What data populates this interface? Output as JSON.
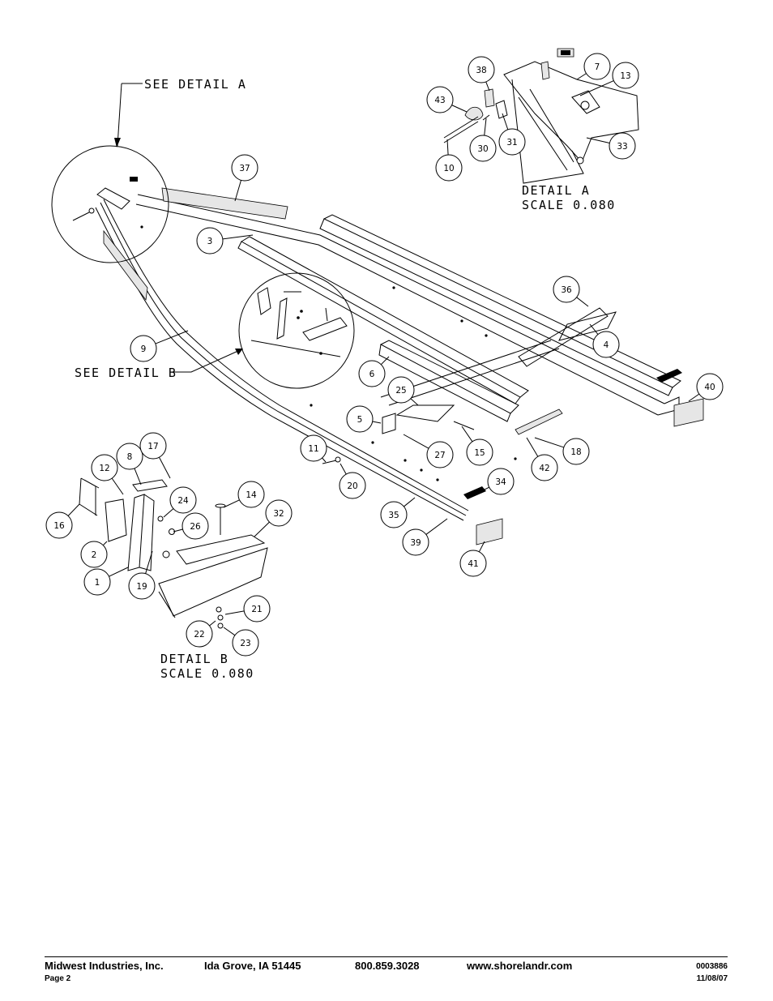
{
  "diagram": {
    "detail_a": {
      "see_label": "SEE DETAIL  A",
      "title": "DETAIL  A",
      "scale": "SCALE  0.080"
    },
    "detail_b": {
      "see_label": "SEE DETAIL  B",
      "title": "DETAIL  B",
      "scale": "SCALE  0.080"
    },
    "callouts": [
      "1",
      "2",
      "3",
      "4",
      "5",
      "6",
      "7",
      "8",
      "9",
      "10",
      "11",
      "12",
      "13",
      "14",
      "15",
      "16",
      "17",
      "18",
      "19",
      "20",
      "21",
      "22",
      "23",
      "24",
      "25",
      "26",
      "27",
      "30",
      "31",
      "32",
      "33",
      "34",
      "35",
      "36",
      "37",
      "38",
      "39",
      "40",
      "41",
      "42",
      "43"
    ]
  },
  "footer": {
    "company": "Midwest Industries, Inc.",
    "location": "Ida Grove, IA  51445",
    "phone": "800.859.3028",
    "website": "www.shorelandr.com",
    "doc_number": "0003886",
    "page": "Page 2",
    "date": "11/08/07"
  }
}
